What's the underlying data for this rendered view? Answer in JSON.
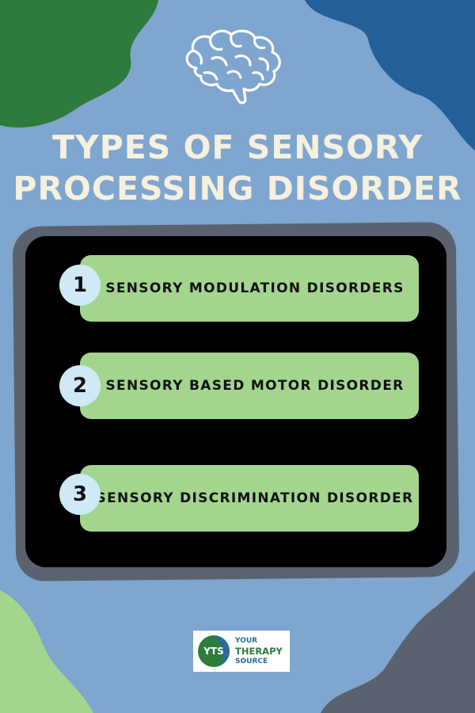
{
  "colors": {
    "background": "#7ea6cf",
    "blob_green": "#2f7a3d",
    "blob_blue": "#23609a",
    "blob_light_green": "#a3d58f",
    "blob_gray": "#5a6270",
    "panel": "#000000",
    "row": "#a3d58f",
    "badge": "#cfeaf6",
    "title": "#f6f0df"
  },
  "icons": {
    "header": "brain-icon"
  },
  "title": {
    "line1": "Types of Sensory",
    "line2": "Processing Disorder"
  },
  "items": [
    {
      "number": "1",
      "label": "Sensory Modulation Disorders"
    },
    {
      "number": "2",
      "label": "Sensory Based Motor Disorder"
    },
    {
      "number": "3",
      "label": "Sensory Discrimination Disorder"
    }
  ],
  "logo": {
    "mark": "YTS",
    "line1": "YOUR",
    "line2": "THERAPY",
    "line3": "SOURCE"
  }
}
